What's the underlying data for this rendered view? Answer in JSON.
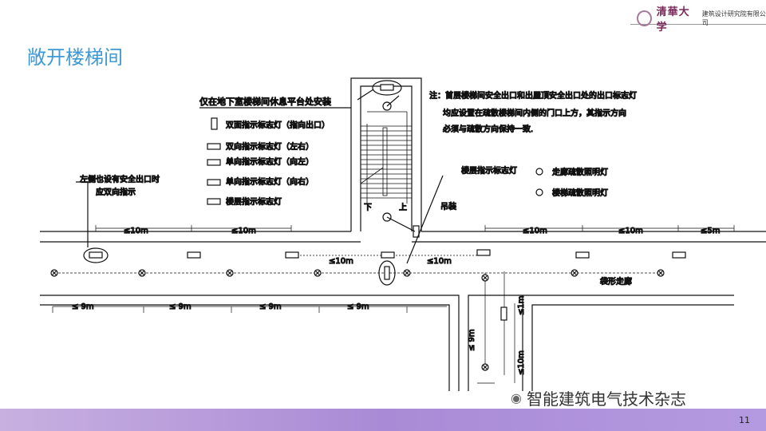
{
  "header": {
    "logo_text": "清華大学",
    "org": "建筑设计研究院有限公司"
  },
  "title": "敞开楼梯间",
  "drawing": {
    "install_note": "仅在地下室楼梯间休息平台处安装",
    "legend": [
      "双面指示标志灯（指向出口）",
      "双向指示标志灯（左右）",
      "单向指示标志灯（向左）",
      "单向指示标志灯（向右）",
      "楼层指示标志灯"
    ],
    "note_lines": [
      "注：首层楼梯间安全出口和出屋顶安全出口处的出口标志灯",
      "均应设置在疏散楼梯间内侧的门口上方，其指示方向",
      "必须与疏散方向保持一致."
    ],
    "floor_sign_label": "楼层指示标志灯",
    "lamp_legend": [
      "走廊疏散照明灯",
      "楼梯疏散照明灯"
    ],
    "left_note": [
      "左侧也设有安全出口时",
      "应双向指示"
    ],
    "hang_label": "吊装",
    "stair_down": "下",
    "stair_up": "上",
    "corridor_label": "袋形走廊",
    "dims_top": [
      "≤10m",
      "≤10m",
      "≤10m",
      "≤10m",
      "≤5m"
    ],
    "dims_mid": [
      "≤10m",
      "≤10m"
    ],
    "dims_bottom": [
      "≤ 9m",
      "≤ 9m",
      "≤ 9m",
      "≤ 9m"
    ],
    "dim_v_left": "≤ 9m",
    "dim_v_1": "≤1m",
    "dim_v_2": "≤10m"
  },
  "watermark": "智能建筑电气技术杂志",
  "page_number": "11"
}
